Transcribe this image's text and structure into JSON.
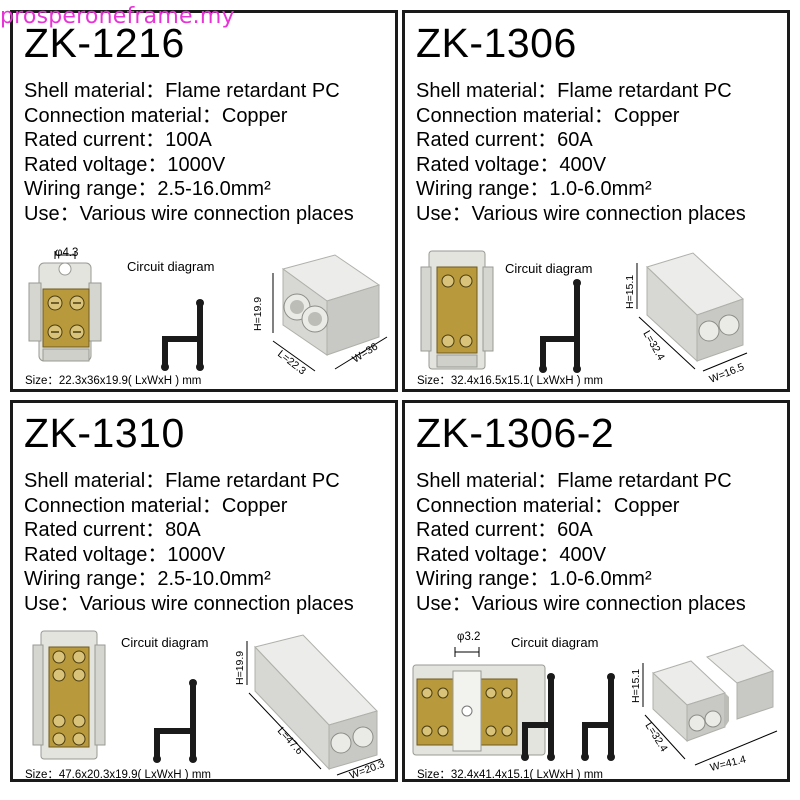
{
  "watermark": "prosperoneframe.my",
  "panels": [
    {
      "model": "ZK-1216",
      "specs": [
        "Shell material：Flame retardant PC",
        "Connection material：Copper",
        "Rated current：100A",
        "Rated voltage：1000V",
        "Wiring range：2.5-16.0mm²",
        "Use：Various wire connection places"
      ],
      "circuit_label": "Circuit diagram",
      "size": "Size：22.3x36x19.9( LxWxH ) mm",
      "hole": "φ4.3",
      "dims": {
        "h": "H=19.9",
        "l": "L=22.3",
        "w": "W=36"
      }
    },
    {
      "model": "ZK-1306",
      "specs": [
        "Shell material：Flame retardant PC",
        "Connection material：Copper",
        "Rated current：60A",
        "Rated voltage：400V",
        "Wiring range：1.0-6.0mm²",
        "Use：Various wire connection places"
      ],
      "circuit_label": "Circuit diagram",
      "size": "Size：32.4x16.5x15.1( LxWxH ) mm",
      "dims": {
        "h": "H=15.1",
        "l": "L=32.4",
        "w": "W=16.5"
      }
    },
    {
      "model": "ZK-1310",
      "specs": [
        "Shell material：Flame retardant PC",
        "Connection material：Copper",
        "Rated current：80A",
        "Rated voltage：1000V",
        "Wiring range：2.5-10.0mm²",
        "Use：Various wire connection places"
      ],
      "circuit_label": "Circuit diagram",
      "size": "Size：47.6x20.3x19.9( LxWxH ) mm",
      "dims": {
        "h": "H=19.9",
        "l": "L=47.6",
        "w": "W=20.3"
      }
    },
    {
      "model": "ZK-1306-2",
      "specs": [
        "Shell material：Flame retardant PC",
        "Connection material：Copper",
        "Rated current：60A",
        "Rated voltage：400V",
        "Wiring range：1.0-6.0mm²",
        "Use：Various wire connection places"
      ],
      "circuit_label": "Circuit diagram",
      "size": "Size：32.4x41.4x15.1( LxWxH ) mm",
      "hole": "φ3.2",
      "dims": {
        "h": "H=15.1",
        "l": "L=32.4",
        "w": "W=41.4"
      }
    }
  ]
}
